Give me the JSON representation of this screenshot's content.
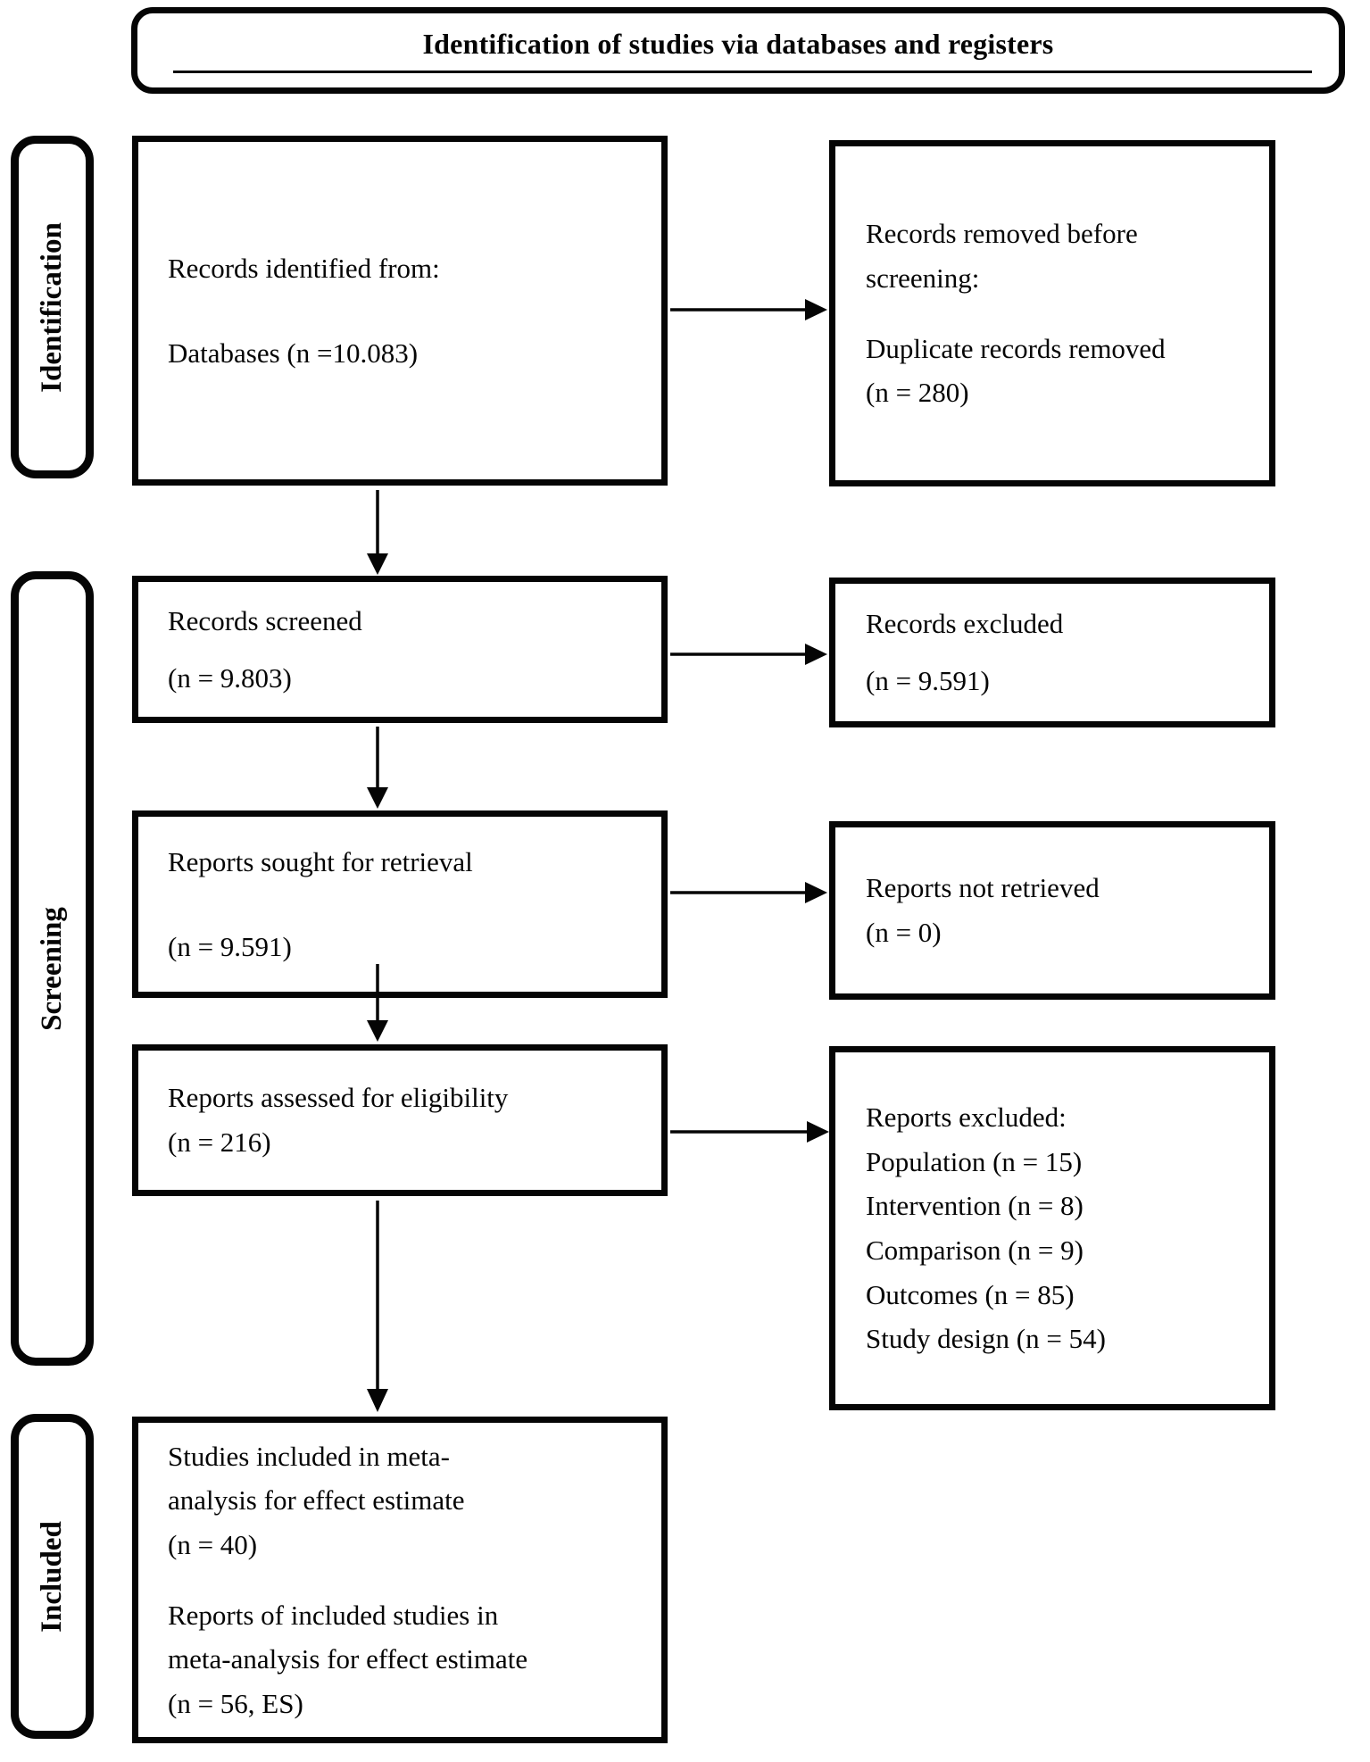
{
  "header": {
    "title": "Identification of studies via databases and registers"
  },
  "sidebar": {
    "identification": "Identification",
    "screening": "Screening",
    "included": "Included"
  },
  "boxes": {
    "records_identified": {
      "p1": "Records identified from:",
      "p2": "Databases (n =10.083)"
    },
    "records_removed": {
      "p1": "Records removed before\nscreening:",
      "p2": "Duplicate records removed\n(n = 280)"
    },
    "records_screened": {
      "p1": "Records screened",
      "p2": "(n = 9.803)"
    },
    "records_excluded": {
      "p1": "Records excluded",
      "p2": "(n = 9.591)"
    },
    "reports_sought": {
      "p1": "Reports sought for retrieval",
      "p2": "(n = 9.591)"
    },
    "reports_not_retrieved": {
      "p1": "Reports not retrieved\n(n = 0)"
    },
    "reports_assessed": {
      "p1": "Reports assessed for eligibility\n(n = 216)"
    },
    "reports_excluded": {
      "p1": "Reports excluded:\nPopulation (n = 15)\nIntervention (n = 8)\nComparison (n = 9)\nOutcomes (n = 85)\nStudy design (n = 54)"
    },
    "studies_included": {
      "p1": "Studies included in meta-\nanalysis for effect estimate\n(n = 40)",
      "p2": "Reports of included studies in\nmeta-analysis for effect estimate\n(n = 56, ES)"
    }
  },
  "colors": {
    "ink": "#050505",
    "paper": "#ffffff"
  }
}
